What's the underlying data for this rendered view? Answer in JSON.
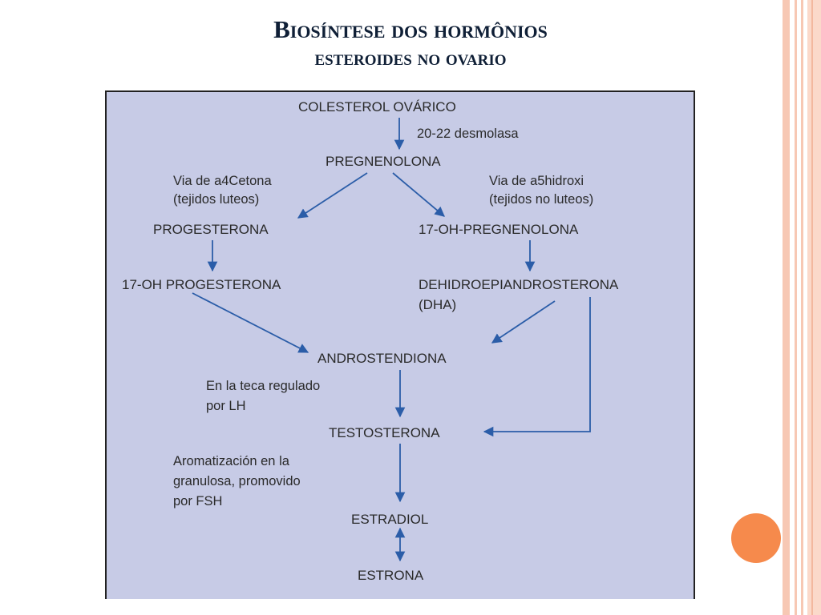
{
  "slide": {
    "title_line1": "Biosíntese dos hormônios",
    "title_line2": "esteroides no ovario",
    "colors": {
      "title": "#0f1f36",
      "panel": "#c7cbe6",
      "arrow": "#2b5da8",
      "accent_dot": "#f68a4c",
      "stripe": "#f7c8b4"
    }
  },
  "diagram": {
    "nodes": {
      "colesterol": "COLESTEROL OVÁRICO",
      "pregnenolona": "PREGNENOLONA",
      "progesterona": "PROGESTERONA",
      "oh_pregnenolona": "17-OH-PREGNENOLONA",
      "oh_progesterona": "17-OH PROGESTERONA",
      "dhea": "DEHIDROEPIANDROSTERONA",
      "dha": "(DHA)",
      "androstendiona": "ANDROSTENDIONA",
      "testosterona": "TESTOSTERONA",
      "estradiol": "ESTRADIOL",
      "estrona": "ESTRONA"
    },
    "annotations": {
      "desmolasa": "20-22 desmolasa",
      "via_a4_l1": "Via de a4Cetona",
      "via_a4_l2": "(tejidos luteos)",
      "via_a5_l1": "Via de a5hidroxi",
      "via_a5_l2": "(tejidos no luteos)",
      "teca_l1": "En la teca regulado",
      "teca_l2": "por LH",
      "arom_l1": "Aromatización en la",
      "arom_l2": "granulosa, promovido",
      "arom_l3": "por FSH"
    }
  }
}
